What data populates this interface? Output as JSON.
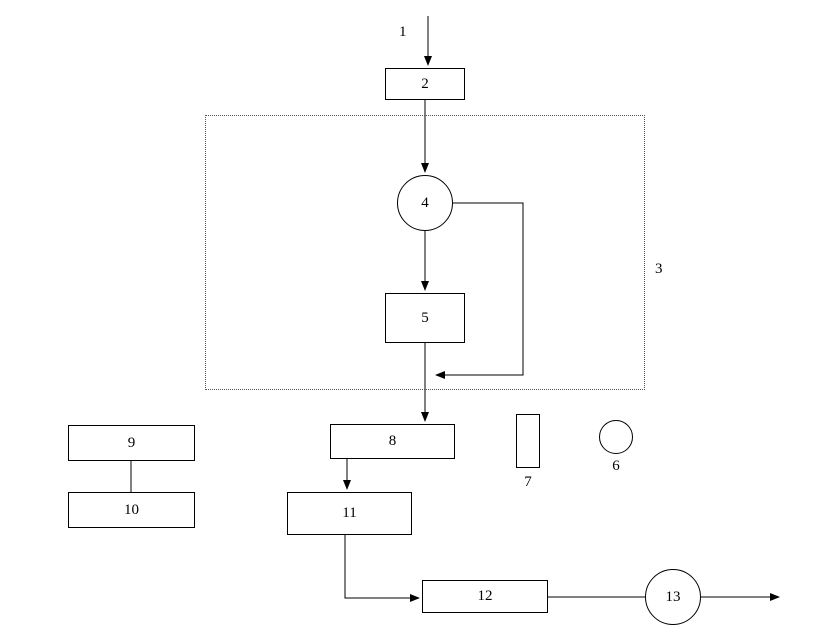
{
  "diagram": {
    "nodes": {
      "n1": {
        "label": "1",
        "shape": "edge-label"
      },
      "n2": {
        "label": "2",
        "shape": "rect"
      },
      "n3": {
        "label": "3",
        "shape": "dotted-container"
      },
      "n4": {
        "label": "4",
        "shape": "circle"
      },
      "n5": {
        "label": "5",
        "shape": "rect"
      },
      "n6": {
        "label": "6",
        "shape": "small-circle"
      },
      "n7": {
        "label": "7",
        "shape": "narrow-rect"
      },
      "n8": {
        "label": "8",
        "shape": "rect"
      },
      "n9": {
        "label": "9",
        "shape": "rect"
      },
      "n10": {
        "label": "10",
        "shape": "rect"
      },
      "n11": {
        "label": "11",
        "shape": "rect"
      },
      "n12": {
        "label": "12",
        "shape": "rect"
      },
      "n13": {
        "label": "13",
        "shape": "circle"
      }
    },
    "edges": [
      {
        "from": "input",
        "to": "2",
        "arrow": true,
        "label": "1"
      },
      {
        "from": "2",
        "to": "4",
        "arrow": true
      },
      {
        "from": "4",
        "to": "5",
        "arrow": true
      },
      {
        "from": "4",
        "to": "5-8-connector",
        "arrow": true,
        "note": "feedback loop on right side inside dotted region 3"
      },
      {
        "from": "5",
        "to": "8",
        "arrow": true
      },
      {
        "from": "9",
        "to": "10",
        "arrow": false
      },
      {
        "from": "8",
        "to": "11",
        "arrow": true
      },
      {
        "from": "11",
        "to": "12",
        "arrow": true
      },
      {
        "from": "12",
        "to": "13",
        "arrow": false
      },
      {
        "from": "13",
        "to": "output",
        "arrow": true
      }
    ],
    "colors": {
      "line": "#000000",
      "background": "#ffffff"
    }
  }
}
